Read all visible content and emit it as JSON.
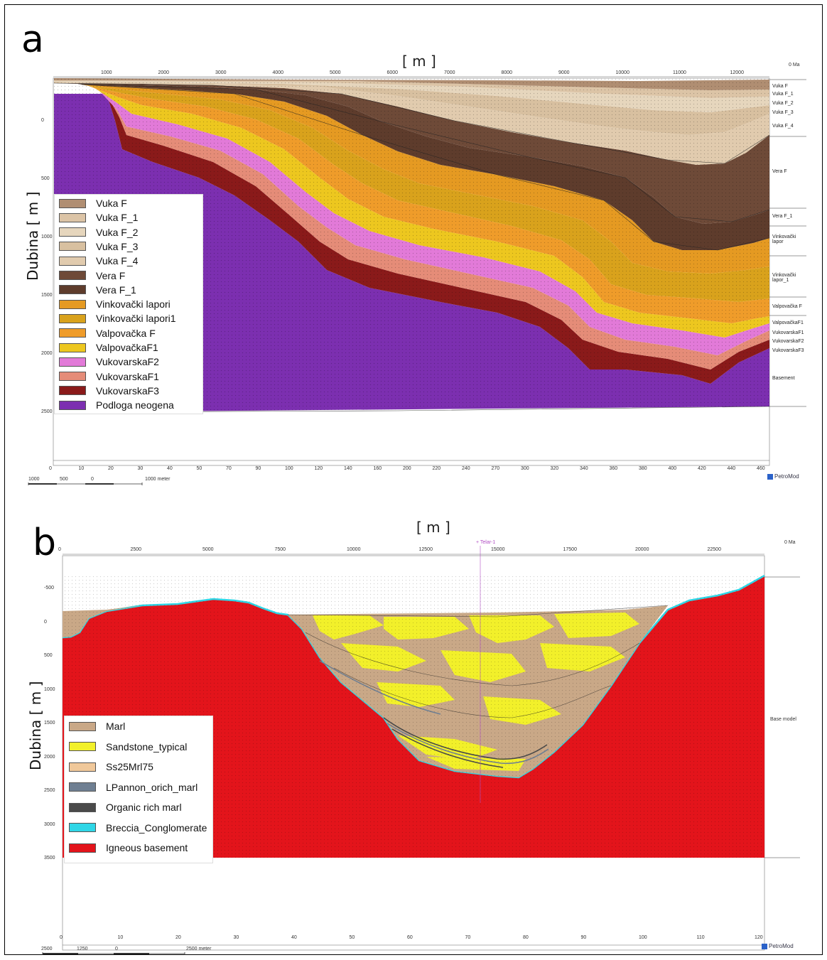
{
  "panel_a": {
    "letter": "a",
    "x_unit": "[ m ]",
    "y_label": "Dubina [ m ]",
    "age": "0 Ma",
    "top_ticks": [
      "1000",
      "2000",
      "3000",
      "4000",
      "5000",
      "6000",
      "7000",
      "8000",
      "9000",
      "10000",
      "11000",
      "12000"
    ],
    "left_ticks": [
      "0",
      "500",
      "1000",
      "1500",
      "2000",
      "2500"
    ],
    "bottom_ticks": [
      "0",
      "10",
      "20",
      "30",
      "40",
      "50",
      "70",
      "90",
      "100",
      "120",
      "140",
      "160",
      "200",
      "220",
      "240",
      "270",
      "300",
      "320",
      "340",
      "360",
      "380",
      "400",
      "420",
      "440",
      "460"
    ],
    "scale": {
      "left": "1000",
      "mid1": "500",
      "mid2": "0",
      "right": "1000 meter"
    },
    "right_labels": [
      "Vuka F",
      "Vuka F_1",
      "Vuka F_2",
      "Vuka F_3",
      "Vuka F_4",
      "Vera F",
      "Vera F_1",
      "Vinkovački lapor",
      "Vinkovački lapor_1",
      "Valpovačka F",
      "ValpovačkaF1",
      "VukovarskaF1",
      "VukovarskaF2",
      "VukovarskaF3",
      "Basement"
    ],
    "legend": [
      {
        "label": "Vuka F",
        "color": "#b08e72"
      },
      {
        "label": "Vuka F_1",
        "color": "#dcc4a6"
      },
      {
        "label": "Vuka F_2",
        "color": "#e6d6bd"
      },
      {
        "label": "Vuka F_3",
        "color": "#d8c0a0"
      },
      {
        "label": "Vuka F_4",
        "color": "#e1cbae"
      },
      {
        "label": "Vera F",
        "color": "#6e4a38"
      },
      {
        "label": "Vera F_1",
        "color": "#5e3c2c"
      },
      {
        "label": "Vinkovački lapori",
        "color": "#e59a22"
      },
      {
        "label": "Vinkovački lapori1",
        "color": "#d9a21c"
      },
      {
        "label": "Valpovačka F",
        "color": "#ef9c2a"
      },
      {
        "label": "ValpovačkaF1",
        "color": "#edc71f"
      },
      {
        "label": "VukovarskaF2",
        "color": "#e27ad8"
      },
      {
        "label": "VukovarskaF1",
        "color": "#e58c78"
      },
      {
        "label": "VukovarskaF3",
        "color": "#8a1a1a"
      },
      {
        "label": "Podloga neogena",
        "color": "#7c2fb0"
      }
    ],
    "brand": "PetroMod"
  },
  "panel_b": {
    "letter": "b",
    "x_unit": "[ m ]",
    "y_label": "Dubina [ m ]",
    "age": "0 Ma",
    "well": "Telar-1",
    "top_ticks": [
      "0",
      "2500",
      "5000",
      "7500",
      "10000",
      "12500",
      "15000",
      "17500",
      "20000",
      "22500"
    ],
    "left_ticks": [
      "-500",
      "0",
      "500",
      "1000",
      "1500",
      "2000",
      "2500",
      "3000",
      "3500"
    ],
    "bottom_ticks": [
      "0",
      "10",
      "20",
      "30",
      "40",
      "50",
      "60",
      "70",
      "80",
      "90",
      "100",
      "110",
      "120"
    ],
    "scale": {
      "left": "2500",
      "mid1": "1250",
      "mid2": "0",
      "right": "2500 meter"
    },
    "right_label": "Base model",
    "legend": [
      {
        "label": "Marl",
        "color": "#c9a887"
      },
      {
        "label": "Sandstone_typical",
        "color": "#f2f02a"
      },
      {
        "label": "Ss25Mrl75",
        "color": "#f0c89a"
      },
      {
        "label": "LPannon_orich_marl",
        "color": "#6f7f92"
      },
      {
        "label": "Organic rich marl",
        "color": "#4a4a4a"
      },
      {
        "label": "Breccia_Conglomerate",
        "color": "#2fd6e6"
      },
      {
        "label": "Igneous basement",
        "color": "#e3141b"
      }
    ],
    "brand": "PetroMod"
  }
}
